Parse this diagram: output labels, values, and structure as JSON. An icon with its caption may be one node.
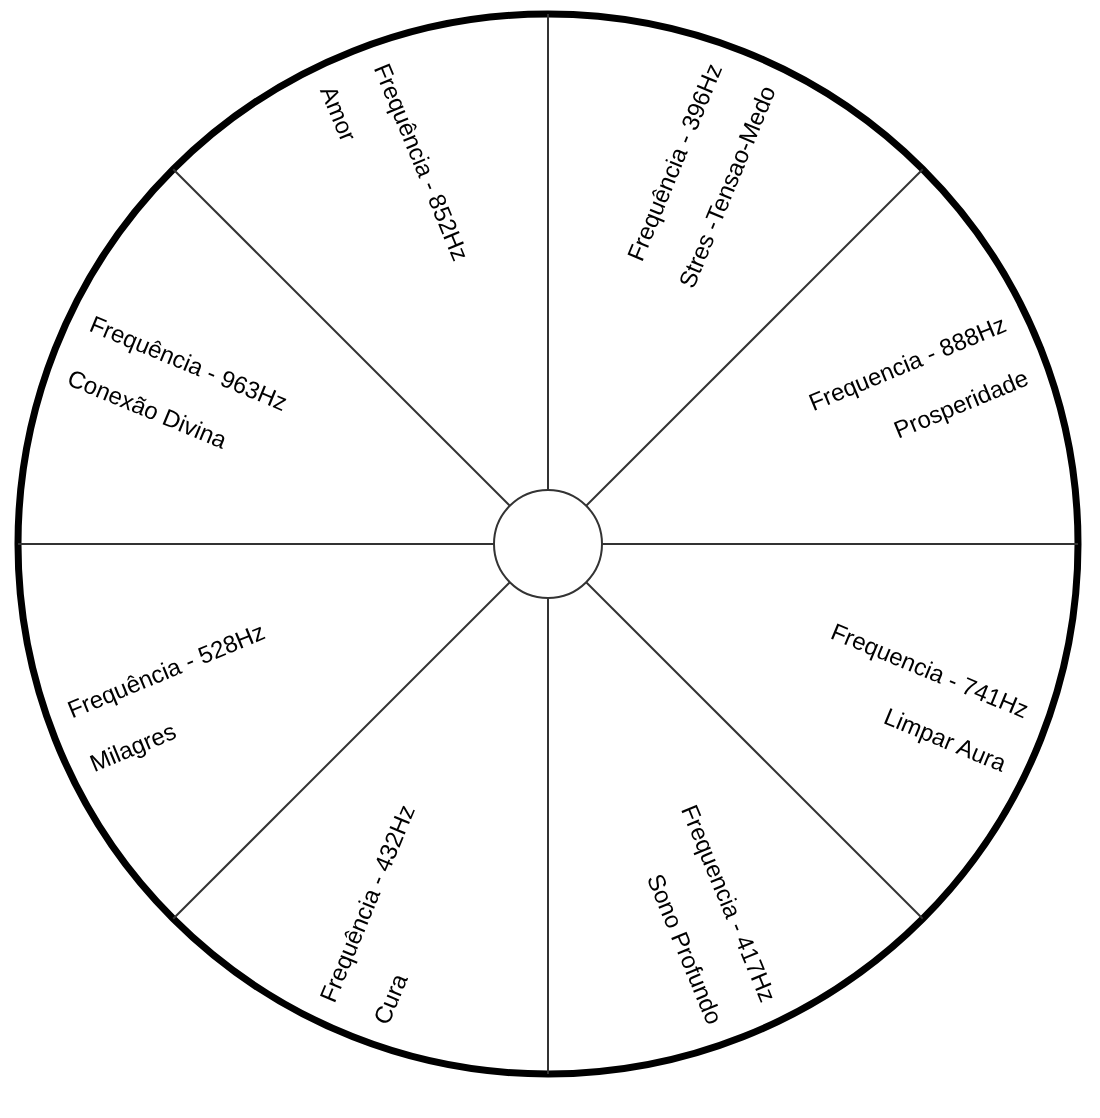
{
  "diagram": {
    "nodes": [
      {
        "text": [
          "Frequência - 396Hz",
          "Stres -Tensao-Medo"
        ]
      },
      {
        "text": [
          "Frequencia - 888Hz",
          "Prosperidade"
        ]
      },
      {
        "text": [
          "Frequencia - 741Hz",
          "Limpar Aura"
        ]
      },
      {
        "text": [
          "Frequencia - 417Hz",
          "Sono Profundo"
        ]
      },
      {
        "text": [
          "Frequência - 432Hz",
          "Cura"
        ]
      },
      {
        "text": [
          "Frequência - 528Hz",
          "Milagres"
        ]
      },
      {
        "text": [
          "Frequência - 963Hz",
          "Conexão Divina"
        ]
      },
      {
        "text": [
          "Frequência - 852Hz",
          "Amor"
        ]
      }
    ]
  }
}
